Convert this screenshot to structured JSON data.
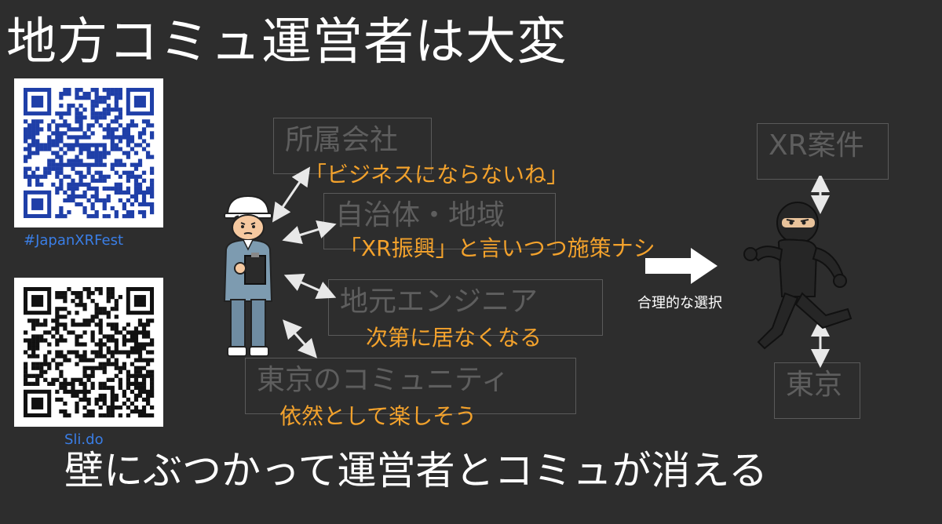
{
  "slide": {
    "title": "地方コミュ運営者は大変",
    "bottom_text": "壁にぶつかって運営者とコミュが消える"
  },
  "qr_codes": [
    {
      "caption": "#JapanXRFest"
    },
    {
      "caption": "Sli.do"
    }
  ],
  "stakeholders": [
    {
      "label": "所属会社",
      "comment": "「ビジネスにならないね」"
    },
    {
      "label": "自治体・地域",
      "comment": "「XR振興」と言いつつ施策ナシ"
    },
    {
      "label": "地元エンジニア",
      "comment": "次第に居なくなる"
    },
    {
      "label": "東京のコミュニティ",
      "comment": "依然として楽しそう"
    }
  ],
  "outcome": {
    "arrow_caption": "合理的な選択",
    "top_label": "XR案件",
    "bottom_label": "東京"
  },
  "icons": {
    "worker": "construction-worker-icon",
    "runner": "running-ninja-icon"
  },
  "colors": {
    "background": "#2d2d2d",
    "accent": "#f3a22c",
    "link": "#3a7ee6",
    "muted_box": "#5e5e5e"
  }
}
